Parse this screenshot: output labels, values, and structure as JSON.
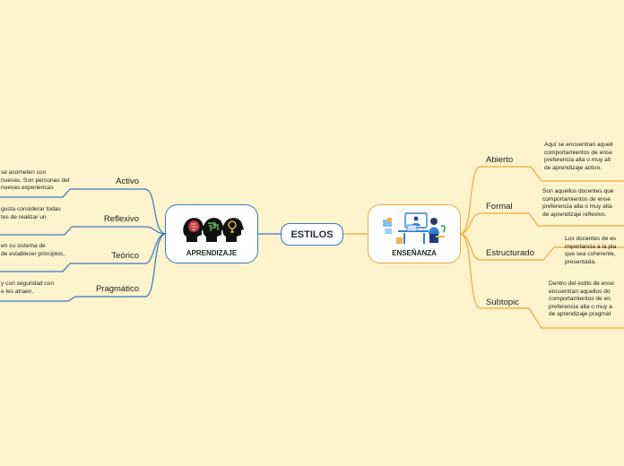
{
  "central": {
    "label": "ESTILOS"
  },
  "left_main": {
    "label": "APRENDIZAJE",
    "image": "heads-brain-icon"
  },
  "right_main": {
    "label": "ENSEÑANZA",
    "image": "teacher-online-icon"
  },
  "left_topics": [
    {
      "label": "Activo",
      "note": [
        "se acometen con",
        "nuevas. Son personas del",
        "nuevas experiencas"
      ]
    },
    {
      "label": "Reflexivo",
      "note": [
        "gusta considerar todas",
        "tes de realizar un"
      ]
    },
    {
      "label": "Teórico",
      "note": [
        "en su sistema de",
        "de establecer principios,"
      ]
    },
    {
      "label": "Pragmático",
      "note": [
        "y con seguridad con",
        "e les atraen."
      ]
    }
  ],
  "right_topics": [
    {
      "label": "Abierto",
      "note": [
        "Aquí se encuentran aquell",
        "comportamientos de ense",
        "preferencia alta o muy alt",
        "de aprendizaje activo."
      ]
    },
    {
      "label": "Formal",
      "note": [
        "Son aquellos docentes que",
        "comportamientos de ense",
        "preferencia alta o muy alta",
        "de aprendizaje reflexivo."
      ]
    },
    {
      "label": "Estructurado",
      "note": [
        "Los docentes de es",
        "importancia a la pla",
        "que sea coherente,",
        "presentada."
      ]
    },
    {
      "label": "Subtopic",
      "note": [
        "Dentro del estilo de ense",
        "encuentran aquellos do",
        "comportamientos de en",
        "preferencia alta o muy a",
        "de aprendizaje pragmát"
      ]
    }
  ],
  "colors": {
    "background": "#fdf3cc",
    "left_branch": "#3a78c4",
    "right_branch": "#f0a93a",
    "central_border": "#3a78c4"
  }
}
